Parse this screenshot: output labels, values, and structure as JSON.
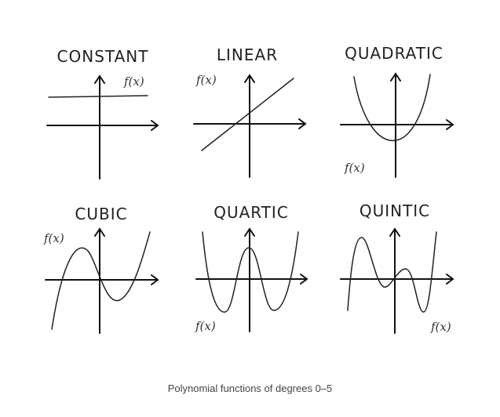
{
  "caption": "Polynomial functions of degrees 0–5",
  "panels": [
    {
      "title": "CONSTANT",
      "fx": "f(x)"
    },
    {
      "title": "LINEAR",
      "fx": "f(x)"
    },
    {
      "title": "QUADRATIC",
      "fx": "f(x)"
    },
    {
      "title": "CUBIC",
      "fx": "f(x)"
    },
    {
      "title": "QUARTIC",
      "fx": "f(x)"
    },
    {
      "title": "QUINTIC",
      "fx": "f(x)"
    }
  ],
  "colors": {
    "ink": "#222222",
    "caption": "#444444",
    "background": "#ffffff"
  }
}
